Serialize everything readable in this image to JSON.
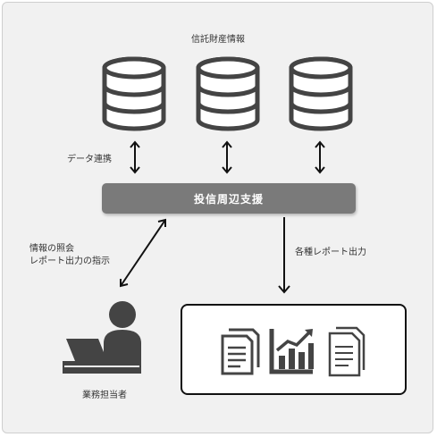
{
  "labels": {
    "trust_info": "信託財産情報",
    "data_link": "データ連携",
    "core_system": "投信周辺支援",
    "inquiry_line1": "情報の照会",
    "inquiry_line2": "レポート出力の指示",
    "report_output": "各種レポート出力",
    "operator": "業務担当者"
  },
  "icons": {
    "databases": [
      "database-icon",
      "database-icon",
      "database-icon"
    ],
    "reports": [
      "document-icon",
      "bar-chart-icon",
      "document-copy-icon"
    ],
    "operator": "person-at-laptop-icon"
  },
  "colors": {
    "background": "#f1f1f1",
    "icon": "#444444",
    "bar": "#7a7a7a",
    "arrow": "#111111"
  }
}
